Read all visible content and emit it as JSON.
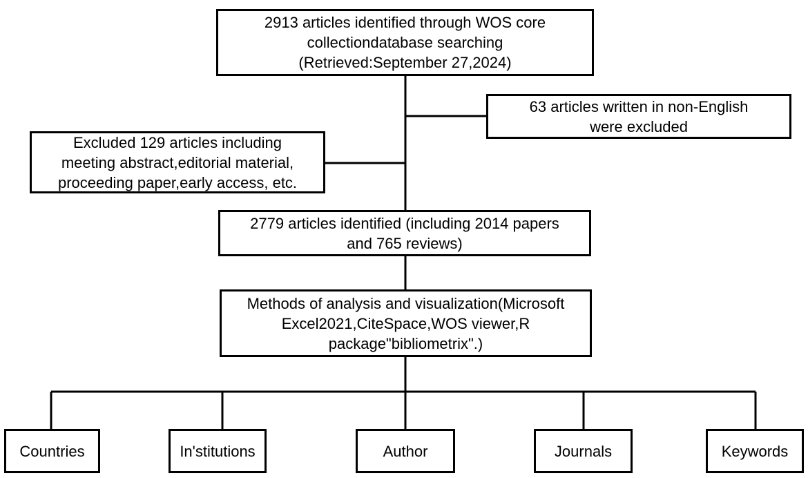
{
  "flow": {
    "identified": {
      "lines": [
        "2913 articles identified through WOS core",
        "collectiondatabase searching",
        "(Retrieved:September 27,2024)"
      ]
    },
    "excluded_language": {
      "lines": [
        "63 articles written in non-English",
        "were excluded"
      ]
    },
    "excluded_type": {
      "lines": [
        "Excluded 129 articles including",
        "meeting abstract,editorial material,",
        "proceeding paper,early access, etc."
      ]
    },
    "included": {
      "lines": [
        "2779 articles identified (including 2014 papers",
        "and 765 reviews)"
      ]
    },
    "methods": {
      "lines": [
        "Methods of analysis and visualization(Microsoft",
        "Excel2021,CiteSpace,WOS viewer,R",
        "package\"bibliometrix\".)"
      ]
    },
    "outputs": [
      "Countries",
      "In'stitutions",
      "Author",
      "Journals",
      "Keywords"
    ]
  },
  "colors": {
    "stroke": "#000000",
    "background": "#ffffff"
  }
}
